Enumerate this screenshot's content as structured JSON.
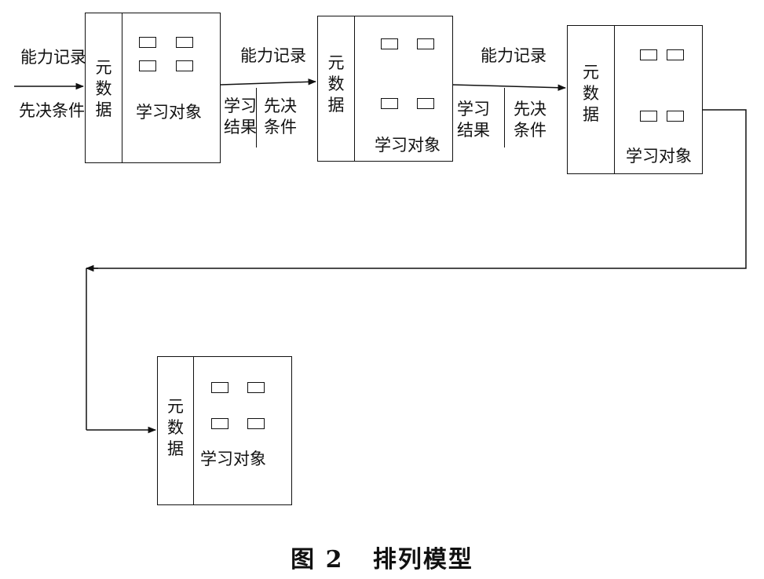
{
  "caption": "图 2   排列模型",
  "labels": {
    "meta_data": "元\n数\n据",
    "learning_object": "学习对象",
    "ability_record": "能力记录",
    "prerequisite": "先决条件",
    "learning_result": "学习\n结果",
    "prerequisite_stacked": "先决\n条件"
  },
  "colors": {
    "line": "#111111",
    "background": "#ffffff"
  }
}
